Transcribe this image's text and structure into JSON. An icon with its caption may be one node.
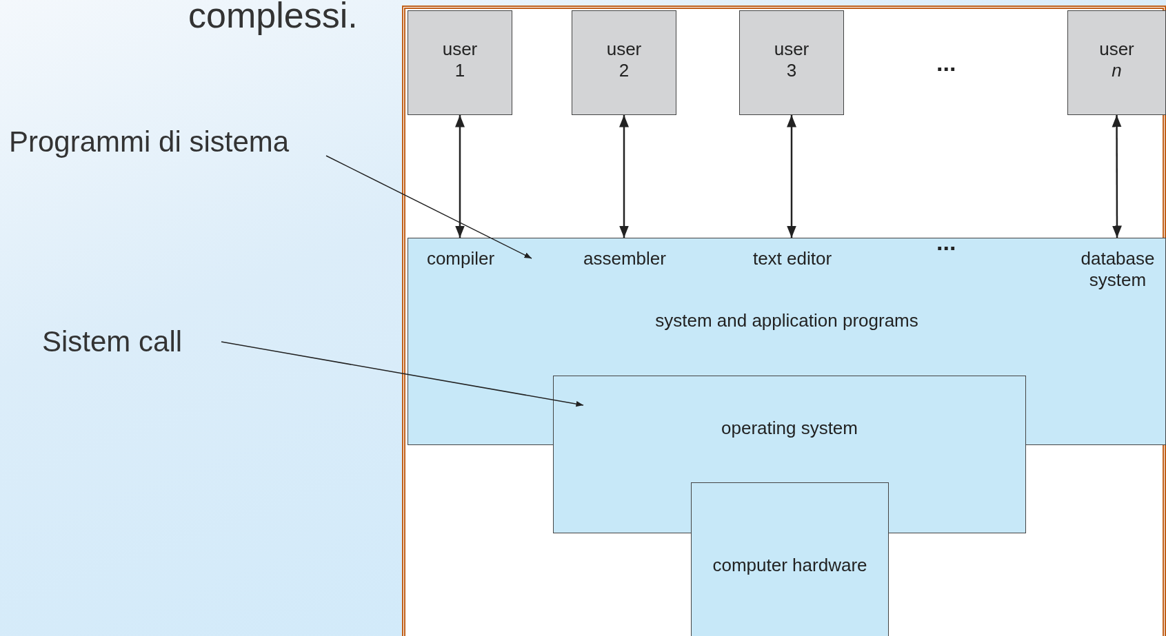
{
  "diagram": {
    "nodes": [
      {
        "text": [
          "user 1"
        ]
      },
      {
        "text": [
          "user 2"
        ]
      },
      {
        "text": [
          "user 3"
        ]
      },
      {
        "text": [
          "user *n*"
        ]
      },
      {
        "text": [
          "system and application programs"
        ]
      },
      {
        "text": [
          "compiler"
        ],
        "in": 4
      },
      {
        "text": [
          "assembler"
        ],
        "in": 4
      },
      {
        "text": [
          "text editor"
        ],
        "in": 4
      },
      {
        "text": [
          "database system"
        ],
        "in": 4
      },
      {
        "text": [
          "operating system"
        ]
      },
      {
        "text": [
          "computer hardware"
        ]
      },
      {
        "text": [
          "Programmi di sistema"
        ]
      },
      {
        "text": [
          "Sistem call"
        ]
      }
    ],
    "edges": [
      {
        "from": 0,
        "to": 5,
        "arrow": "both"
      },
      {
        "from": 1,
        "to": 6,
        "arrow": "both"
      },
      {
        "from": 2,
        "to": 7,
        "arrow": "both"
      },
      {
        "from": 3,
        "to": 8,
        "arrow": "both"
      },
      {
        "from": 11,
        "to": 4,
        "arrow": "to"
      },
      {
        "from": 12,
        "to": 9,
        "arrow": "to"
      }
    ],
    "labels": [
      "complessi.",
      "...",
      "..."
    ]
  }
}
